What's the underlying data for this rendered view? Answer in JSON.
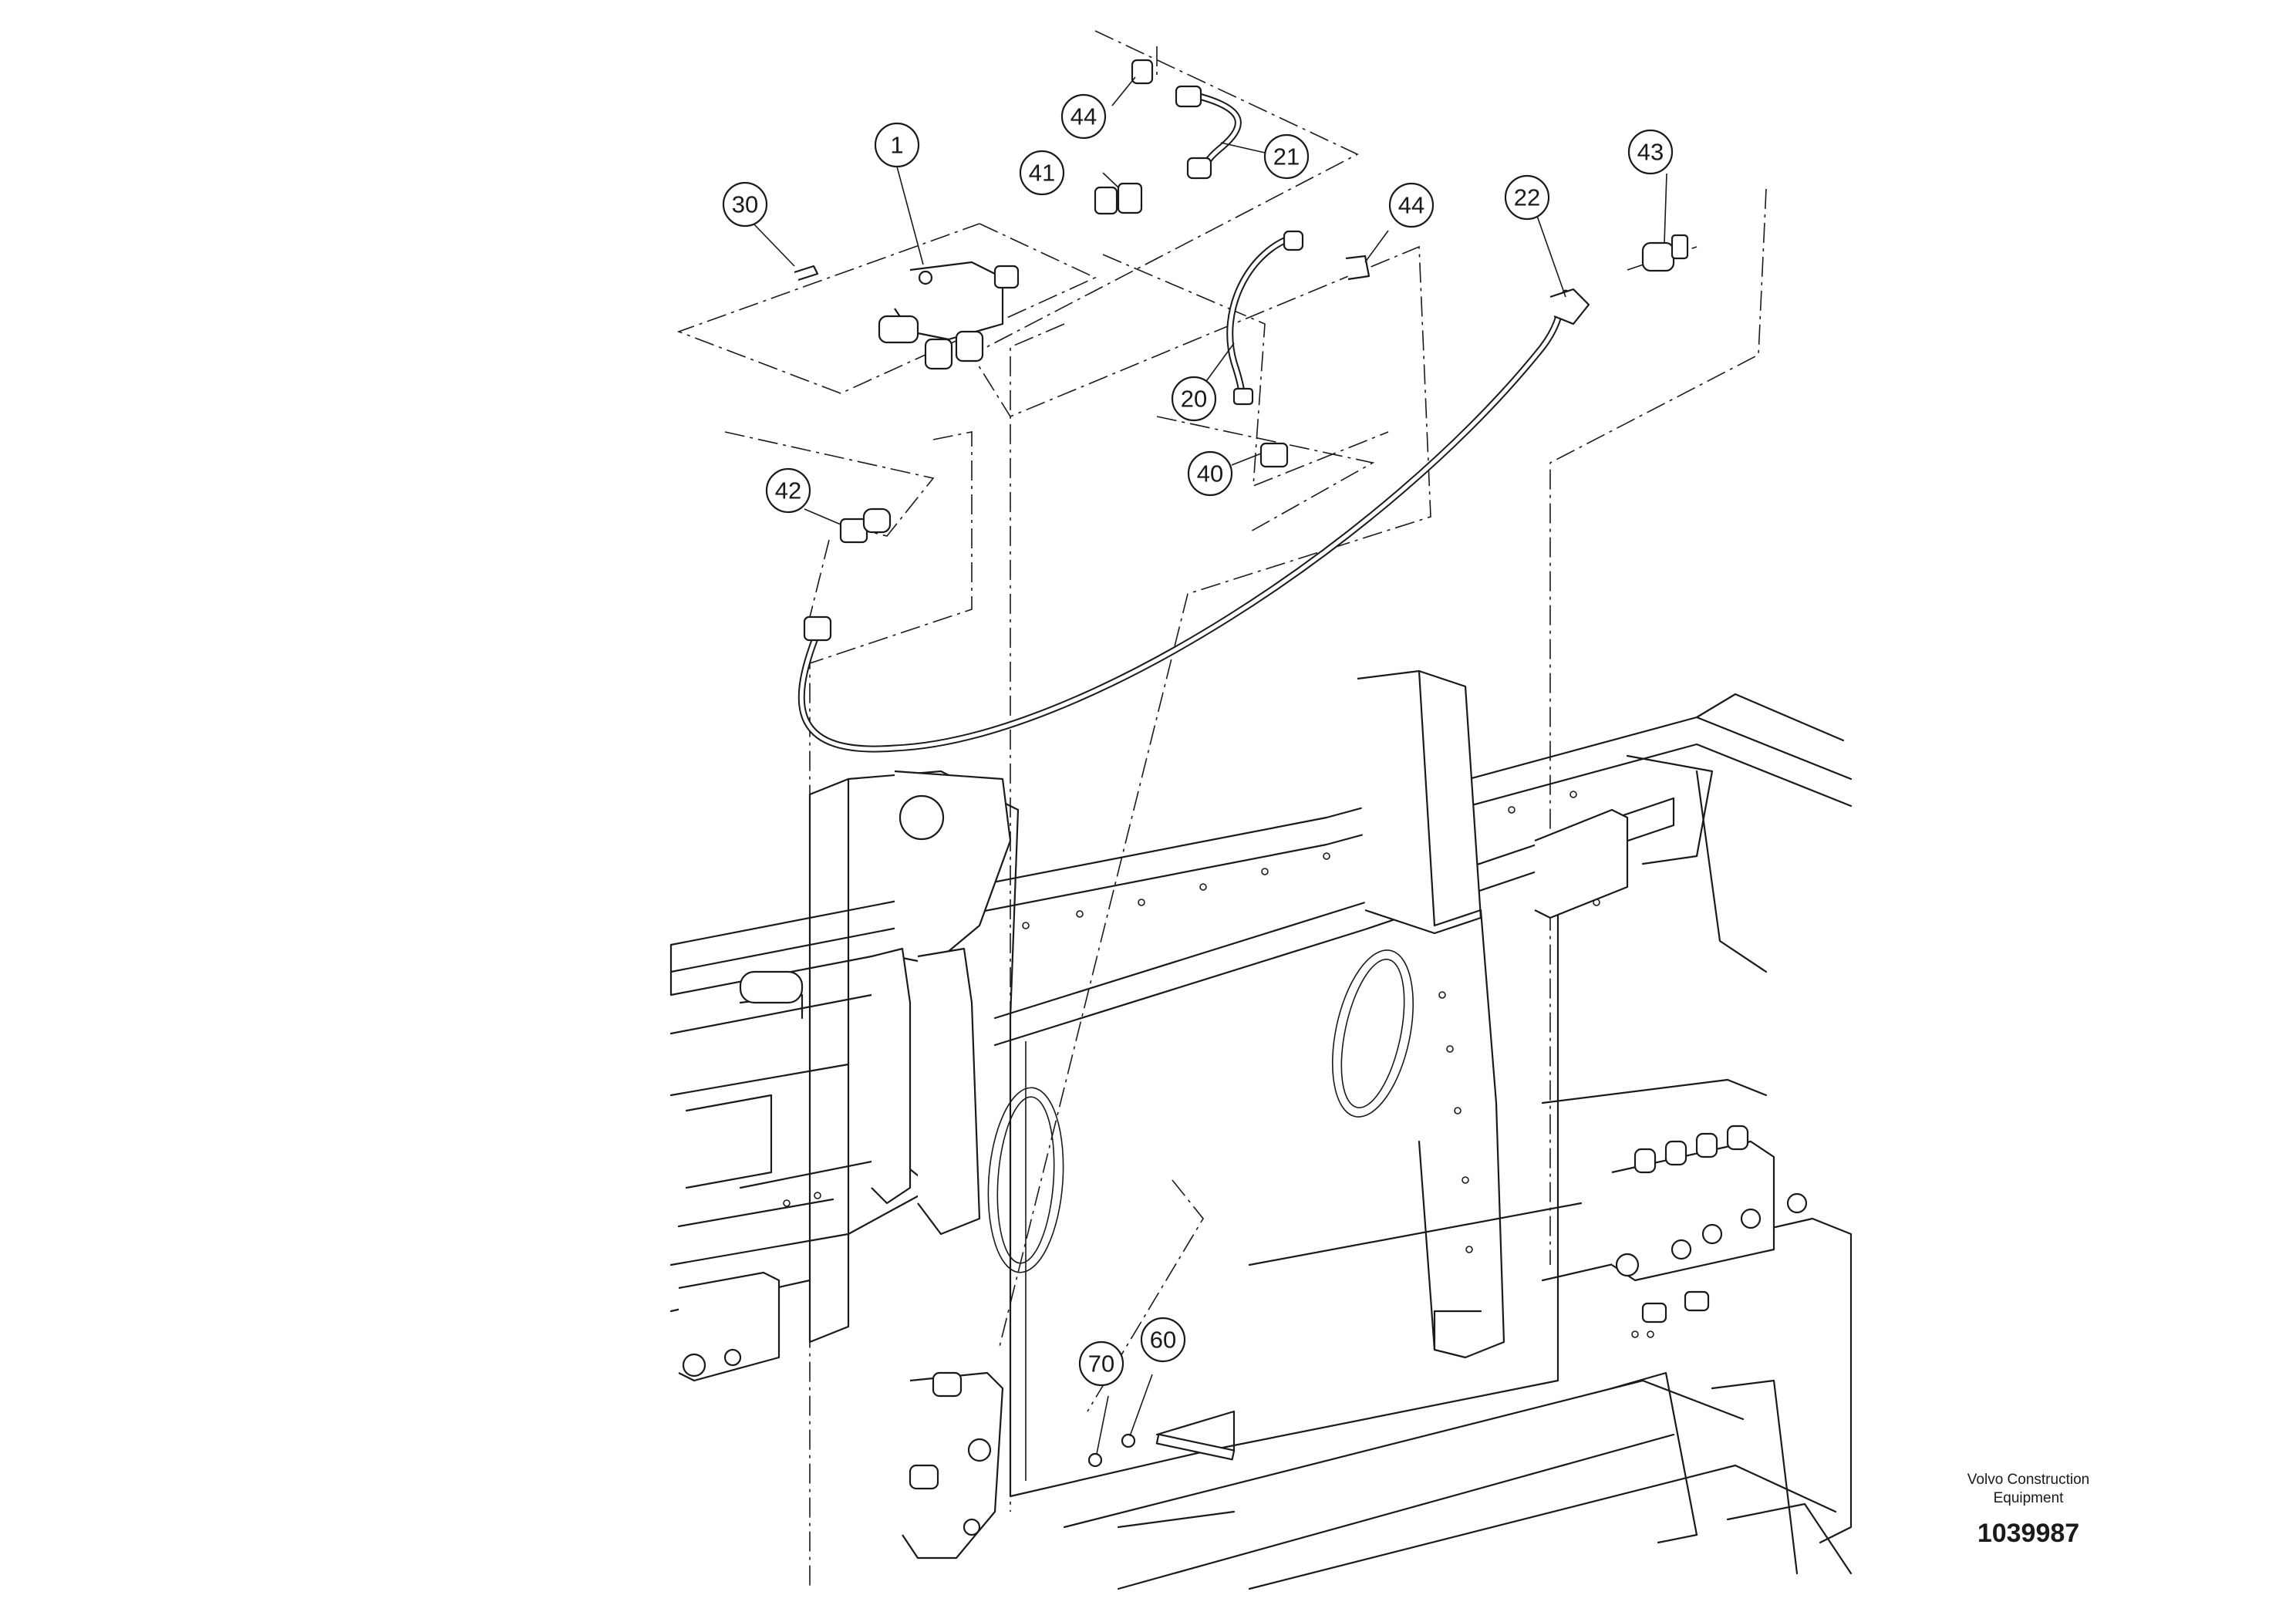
{
  "callouts": [
    {
      "id": "c1",
      "label": "1"
    },
    {
      "id": "c20",
      "label": "20"
    },
    {
      "id": "c21",
      "label": "21"
    },
    {
      "id": "c22",
      "label": "22"
    },
    {
      "id": "c30",
      "label": "30"
    },
    {
      "id": "c40",
      "label": "40"
    },
    {
      "id": "c41",
      "label": "41"
    },
    {
      "id": "c42",
      "label": "42"
    },
    {
      "id": "c43",
      "label": "43"
    },
    {
      "id": "c44a",
      "label": "44"
    },
    {
      "id": "c44b",
      "label": "44"
    },
    {
      "id": "c60",
      "label": "60"
    },
    {
      "id": "c70",
      "label": "70"
    }
  ],
  "title_block": {
    "company_line1": "Volvo Construction",
    "company_line2": "Equipment",
    "document_number": "1039987"
  }
}
